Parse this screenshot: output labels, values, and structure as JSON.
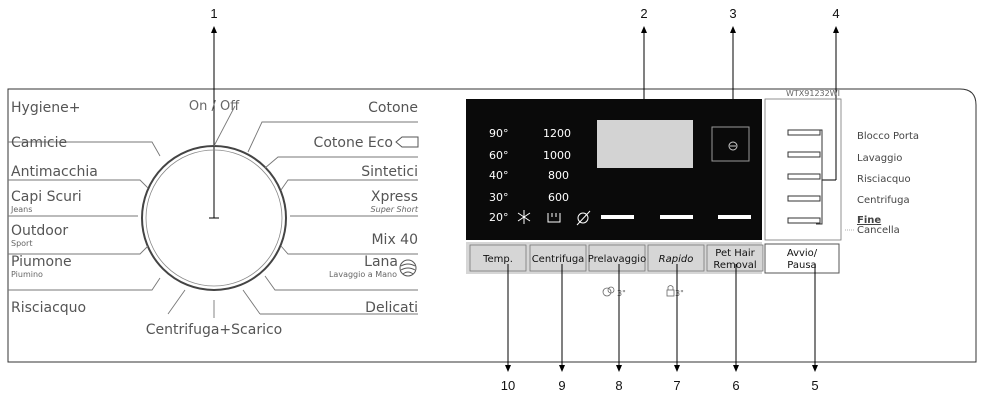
{
  "model": "WTX91232WI",
  "callouts": [
    "1",
    "2",
    "3",
    "4",
    "5",
    "6",
    "7",
    "8",
    "9",
    "10"
  ],
  "dial": {
    "on_off": "On / Off",
    "left": [
      {
        "name": "Hygiene+",
        "sub": ""
      },
      {
        "name": "Camicie",
        "sub": ""
      },
      {
        "name": "Antimacchia",
        "sub": ""
      },
      {
        "name": "Capi Scuri",
        "sub": "Jeans"
      },
      {
        "name": "Outdoor",
        "sub": "Sport"
      },
      {
        "name": "Piumone",
        "sub": "Piumino"
      },
      {
        "name": "Risciacquo",
        "sub": ""
      }
    ],
    "right": [
      {
        "name": "Cotone",
        "sub": ""
      },
      {
        "name": "Cotone Eco",
        "sub": ""
      },
      {
        "name": "Sintetici",
        "sub": ""
      },
      {
        "name": "Xpress",
        "sub": "Super Short"
      },
      {
        "name": "Mix 40",
        "sub": ""
      },
      {
        "name": "Lana",
        "sub": "Lavaggio a Mano"
      },
      {
        "name": "Delicati",
        "sub": ""
      }
    ],
    "bottom": "Centrifuga+Scarico"
  },
  "display": {
    "temps": [
      "90°",
      "60°",
      "40°",
      "30°",
      "20°"
    ],
    "speeds": [
      "1200",
      "1000",
      "800",
      "600"
    ]
  },
  "buttons": {
    "temp": "Temp.",
    "centrifuga": "Centrifuga",
    "prelavaggio": "Prelavaggio",
    "rapido": "Rapido",
    "pet_line1": "Pet Hair",
    "pet_line2": "Removal",
    "avvio_line1": "Avvio/",
    "avvio_line2": "Pausa",
    "hold_prelavaggio": "3\"",
    "hold_rapido": "3\""
  },
  "status": {
    "items": [
      "Blocco Porta",
      "Lavaggio",
      "Risciacquo",
      "Centrifuga"
    ],
    "fine": "Fine",
    "cancella": "Cancella"
  }
}
